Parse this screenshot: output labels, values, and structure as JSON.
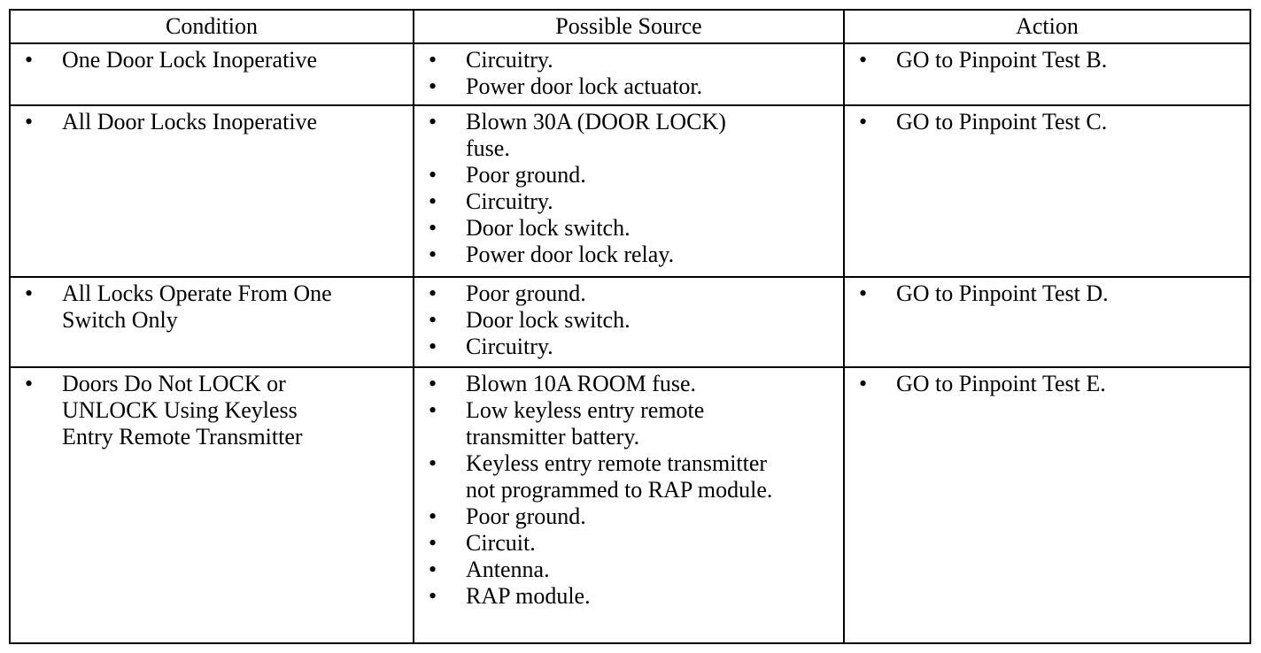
{
  "table": {
    "headers": [
      "Condition",
      "Possible Source",
      "Action"
    ],
    "rows": [
      {
        "condition": "One Door Lock Inoperative",
        "sources": [
          "Circuitry.",
          "Power door lock actuator."
        ],
        "action": "GO to Pinpoint Test B."
      },
      {
        "condition": "All Door Locks Inoperative",
        "sources": [
          "Blown 30A (DOOR LOCK) fuse.",
          "Poor ground.",
          "Circuitry.",
          "Door lock switch.",
          "Power door lock relay."
        ],
        "action": "GO to Pinpoint Test C."
      },
      {
        "condition": "All Locks Operate From One Switch Only",
        "sources": [
          "Poor ground.",
          "Door lock switch.",
          "Circuitry."
        ],
        "action": "GO to Pinpoint Test D."
      },
      {
        "condition": "Doors Do Not LOCK or UNLOCK Using Keyless Entry Remote Transmitter",
        "sources": [
          "Blown 10A ROOM fuse.",
          "Low keyless entry remote transmitter battery.",
          "Keyless entry remote transmitter not programmed to RAP module.",
          "Poor ground.",
          "Circuit.",
          "Antenna.",
          "RAP module."
        ],
        "action": "GO to Pinpoint Test E."
      }
    ]
  },
  "bullet": "•"
}
